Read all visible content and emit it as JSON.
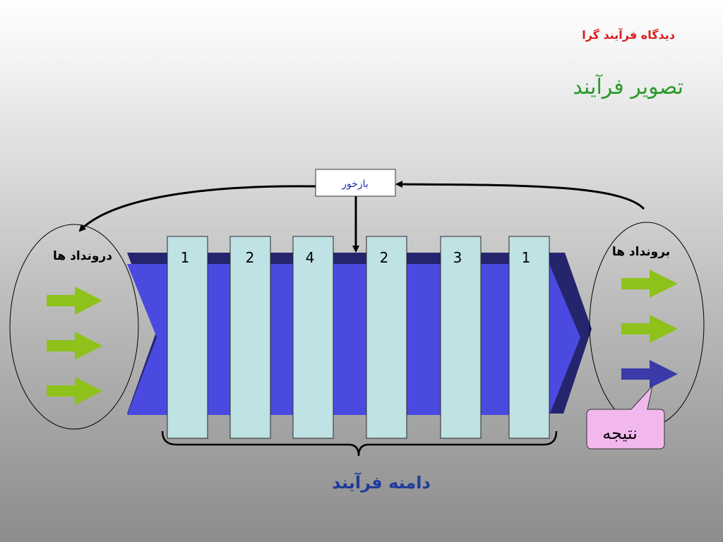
{
  "header": {
    "subtitle": "دیدگاه فرآیند گرا",
    "title": "تصویر فرآیند"
  },
  "diagram": {
    "feedback_label": "بازخور",
    "inputs_label": "درونداد ها",
    "outputs_label": "برونداد ها",
    "result_label": "نتیجه",
    "scope_label": "دامنه فرآیند",
    "steps": [
      "1",
      "2",
      "4",
      "2",
      "3",
      "1"
    ]
  },
  "colors": {
    "process_body": "#4a4ae0",
    "process_shadow": "#25256e",
    "step_fill": "#bfe2e4",
    "arrow_green": "#8ec21a",
    "arrow_blue": "#3a3aa8",
    "result_fill": "#f2b8ee",
    "title_green": "#2a9a2a",
    "subtitle_red": "#d81d1d",
    "scope_blue": "#1e3c9c",
    "feedback_text": "#1a2fa8"
  }
}
